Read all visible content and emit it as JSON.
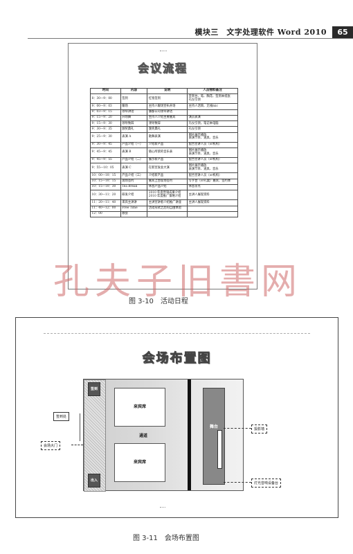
{
  "header": {
    "title": "模块三　文字处理软件 Word 2010",
    "page_number": "65"
  },
  "fig1": {
    "title": "会议流程",
    "columns": [
      "时间",
      "内容",
      "说明",
      "人员物料备注"
    ],
    "rows": [
      [
        "8：30—9：00",
        "签到",
        "红毯签到",
        "签到台、笔、胸花、签到本纸张\n礼仪引领"
      ],
      [
        "9：00—9：03",
        "暖场",
        "主持人暖场宣布开场",
        "主持人话筒、无线mic"
      ],
      [
        "9：03—9：15",
        "领导讲话",
        "康都公司领导讲话",
        ""
      ],
      [
        "9：15—9：20",
        "开场舞",
        "主持人介绍主要嘉宾",
        "演员表演"
      ],
      [
        "9：15—9：30",
        "领导致辞",
        "领导致辞",
        "礼仪引领，笔记本电脑"
      ],
      [
        "9：30—9：35",
        "颁奖典礼",
        "颁奖典礼",
        "礼仪引领"
      ],
      [
        "9：25—9：30",
        "表演 A",
        "歌舞表演",
        "图片展示播放\n表演节目、道具、音乐"
      ],
      [
        "9：30—9：45",
        "产品介绍（一）",
        "介绍新产品",
        "配合宣讲人员（or机构）"
      ],
      [
        "9：45—9：45",
        "表演 B",
        "随心所欲的音乐表",
        "图片展示播放\n表演节目、道具、音乐"
      ],
      [
        "9：45—9：55",
        "产品介绍（二）",
        "展示新产品",
        "配合宣讲人员（or机构）"
      ],
      [
        "9：55—10：05",
        "表演 C",
        "在新宣发会大演",
        "图片展示播放\n表演节目、道具、音乐"
      ],
      [
        "10：00—10：15",
        "产品介绍（三）",
        "介绍新产品",
        "配合宣讲人员（or机构）"
      ],
      [
        "10：15—10：15",
        "现场签约",
        "嘉宾上台现场签约",
        "写字台（or礼桌）嘉宾、签约本"
      ],
      [
        "10：15—10：30",
        "Tea Break",
        "休息产品介绍",
        "休息茶点"
      ],
      [
        "10：30—11：20",
        "研发介绍",
        "2010 年度营销成果介绍\n2010 年度推广策略介绍",
        "主讲人展现资料"
      ],
      [
        "11：20—11：40",
        "来宾主讲讲",
        "主讲宣讲者介绍推广讲座",
        "主讲人展现资料"
      ],
      [
        "11：40—12：00",
        "Free Time",
        "活动形式之后的自由体验",
        ""
      ],
      [
        "12：00",
        "散会",
        "",
        ""
      ]
    ]
  },
  "watermark": "孔夫子旧書网",
  "caption1": "图 3-10　活动日程",
  "fig2": {
    "title": "会场布置图",
    "corner_top": "签到",
    "corner_bottom": "出入",
    "room_top": "来宾席",
    "center": "通道",
    "room_bottom": "来宾席",
    "stage": "舞台",
    "left_label_1": "签到处",
    "left_label_2": "会场大门",
    "right_label_1": "投影墙",
    "right_label_2": "灯光音响设备台"
  },
  "caption2": "图 3-11　会场布置图"
}
